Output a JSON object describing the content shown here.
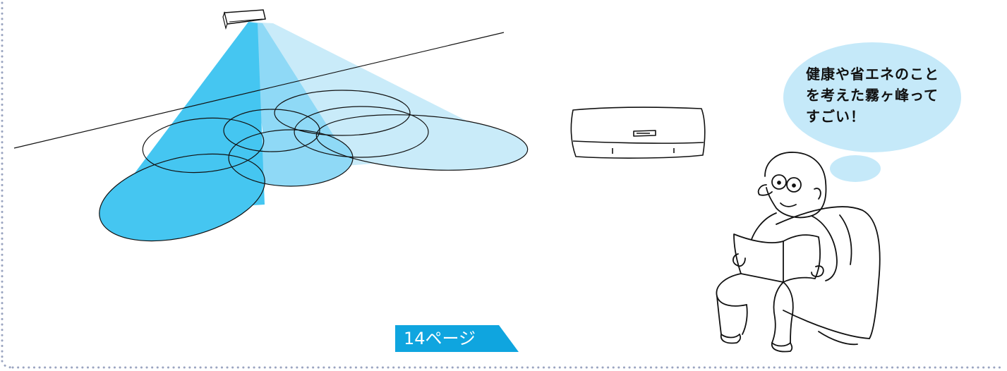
{
  "speech": {
    "line1": "健康や省エネのこと",
    "line2": "を考えた霧ヶ峰って",
    "line3": "すごい！"
  },
  "page_reference": {
    "label": "14ページ"
  },
  "colors": {
    "airflow_dark": "#45c6f1",
    "airflow_mid": "#8fd9f6",
    "airflow_light": "#c9ebf9",
    "bubble": "#c5e9f9",
    "page_tag": "#0fa5df",
    "border_dots": "#9aa4c0"
  },
  "icons": {
    "wall_unit": "air-conditioner-icon",
    "indoor_unit": "air-conditioner-icon",
    "person": "person-reading-icon"
  }
}
